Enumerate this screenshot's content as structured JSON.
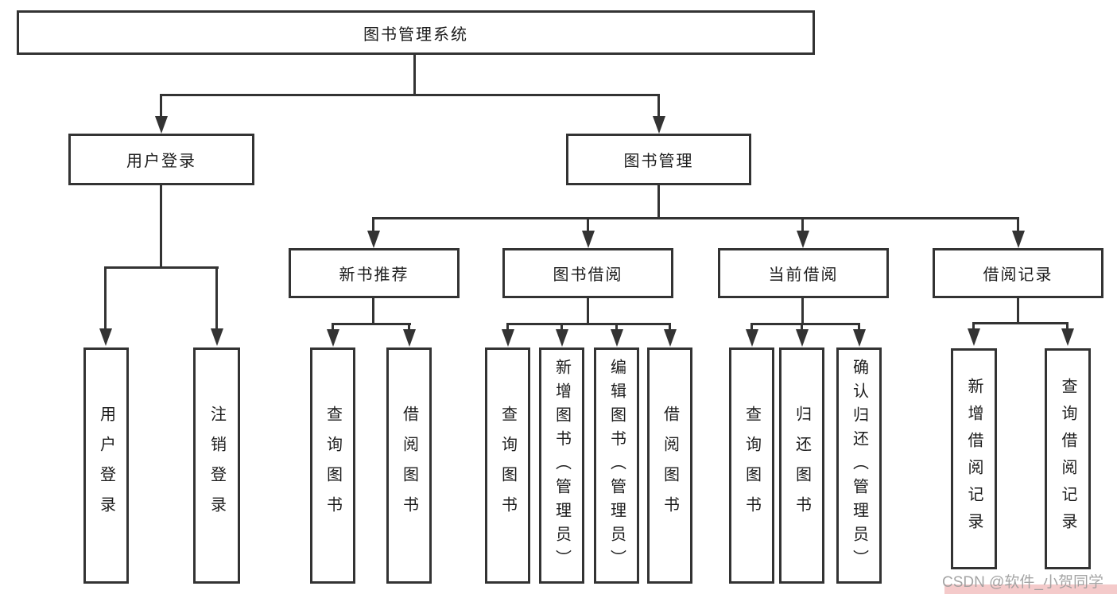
{
  "diagram_title": "图书管理系统",
  "nodes": {
    "root": "图书管理系统",
    "user_login": "用户登录",
    "book_mgmt": "图书管理",
    "new_book_rec": "新书推荐",
    "book_borrow": "图书借阅",
    "current_borrow": "当前借阅",
    "borrow_records": "借阅记录"
  },
  "leaves": {
    "a1": "用户登录",
    "a2": "注销登录",
    "b1": "查询图书",
    "b2": "借阅图书",
    "c1": "查询图书",
    "c2": "新增图书（管理员）",
    "c3": "编辑图书（管理员）",
    "c4": "借阅图书",
    "d1": "查询图书",
    "d2": "归还图书",
    "d3": "确认归还（管理员）",
    "e1": "新增借阅记录",
    "e2": "查询借阅记录"
  },
  "hierarchy": {
    "图书管理系统": {
      "用户登录": [
        "用户登录",
        "注销登录"
      ],
      "图书管理": {
        "新书推荐": [
          "查询图书",
          "借阅图书"
        ],
        "图书借阅": [
          "查询图书",
          "新增图书（管理员）",
          "编辑图书（管理员）",
          "借阅图书"
        ],
        "当前借阅": [
          "查询图书",
          "归还图书",
          "确认归还（管理员）"
        ],
        "借阅记录": [
          "新增借阅记录",
          "查询借阅记录"
        ]
      }
    }
  },
  "watermark": {
    "text": "CSDN @软件_小贺同学"
  },
  "colors": {
    "line": "#333333",
    "text": "#1c1c1c",
    "background": "#ffffff",
    "watermark_text": "#9b9b9b",
    "watermark_bg": "#f4caca"
  }
}
